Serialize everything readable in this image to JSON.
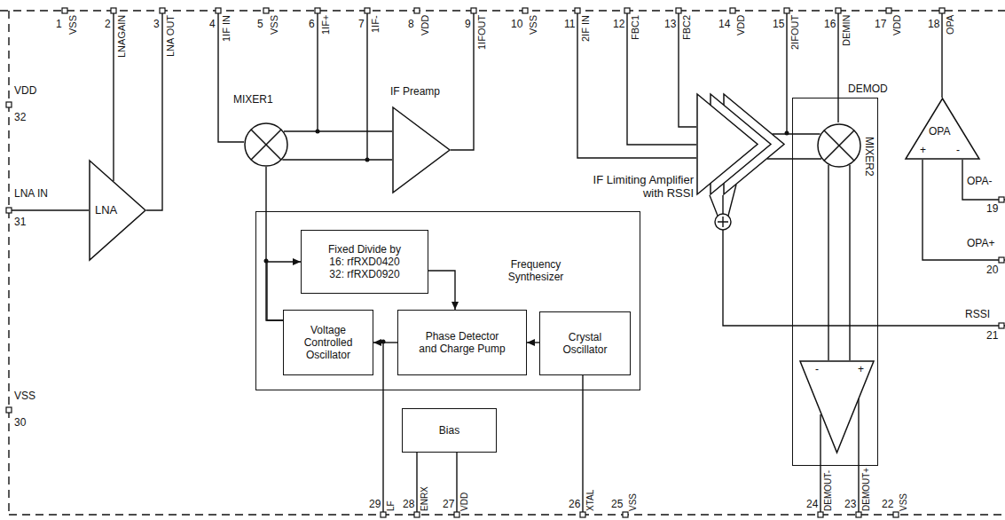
{
  "diagram": {
    "nodes": [
      {
        "text": [
          "LNA"
        ]
      },
      {
        "text": [
          "MIXER1"
        ]
      },
      {
        "text": [
          "IF Preamp"
        ]
      },
      {
        "text": [
          "IF Limiting Amplifier with RSSI"
        ]
      },
      {
        "text": [
          "DEMOD"
        ]
      },
      {
        "text": [
          "MIXER2"
        ],
        "in": 4
      },
      {
        "text": [
          "-",
          "+"
        ],
        "in": 4
      },
      {
        "text": [
          "OPA",
          "+",
          "-"
        ]
      },
      {
        "text": [
          "Frequency Synthesizer"
        ]
      },
      {
        "text": [
          "Fixed Divide by 16: rfRXD0420 32: rfRXD0920"
        ],
        "in": 8
      },
      {
        "text": [
          "Voltage Controlled Oscillator"
        ],
        "in": 8
      },
      {
        "text": [
          "Phase Detector and Charge Pump"
        ],
        "in": 8
      },
      {
        "text": [
          "Crystal Oscillator"
        ],
        "in": 8
      },
      {
        "text": [
          "Bias"
        ]
      }
    ],
    "edges": [
      {
        "from": 1,
        "to": 2,
        "arrow": "none"
      },
      {
        "from": 3,
        "to": 5,
        "arrow": "none"
      },
      {
        "from": 10,
        "to": 1,
        "arrow": "none"
      },
      {
        "from": 10,
        "to": 9,
        "arrow": "to"
      },
      {
        "from": 9,
        "to": 11,
        "arrow": "to"
      },
      {
        "from": 12,
        "to": 11,
        "arrow": "to"
      },
      {
        "from": 11,
        "to": 10,
        "arrow": "to"
      },
      {
        "from": 5,
        "to": 6,
        "arrow": "none"
      }
    ],
    "labels": [
      "1",
      "VSS",
      "2",
      "LNAGAIN",
      "3",
      "LNA OUT",
      "4",
      "1IF IN",
      "5",
      "VSS",
      "6",
      "1IF+",
      "7",
      "1IF-",
      "8",
      "VDD",
      "9",
      "1IFOUT",
      "10",
      "VSS",
      "11",
      "2IF IN",
      "12",
      "FBC1",
      "13",
      "FBC2",
      "14",
      "VDD",
      "15",
      "2IFOUT",
      "16",
      "DEMIN",
      "17",
      "VDD",
      "18",
      "OPA",
      "OPA-",
      "19",
      "OPA+",
      "20",
      "RSSI",
      "21",
      "29",
      "LF",
      "28",
      "ENRX",
      "27",
      "VDD",
      "26",
      "XTAL",
      "25",
      "VSS",
      "24",
      "DEMOUT-",
      "23",
      "DEMOUT+",
      "22",
      "VSS",
      "VDD",
      "32",
      "LNA IN",
      "31",
      "VSS",
      "30"
    ]
  }
}
